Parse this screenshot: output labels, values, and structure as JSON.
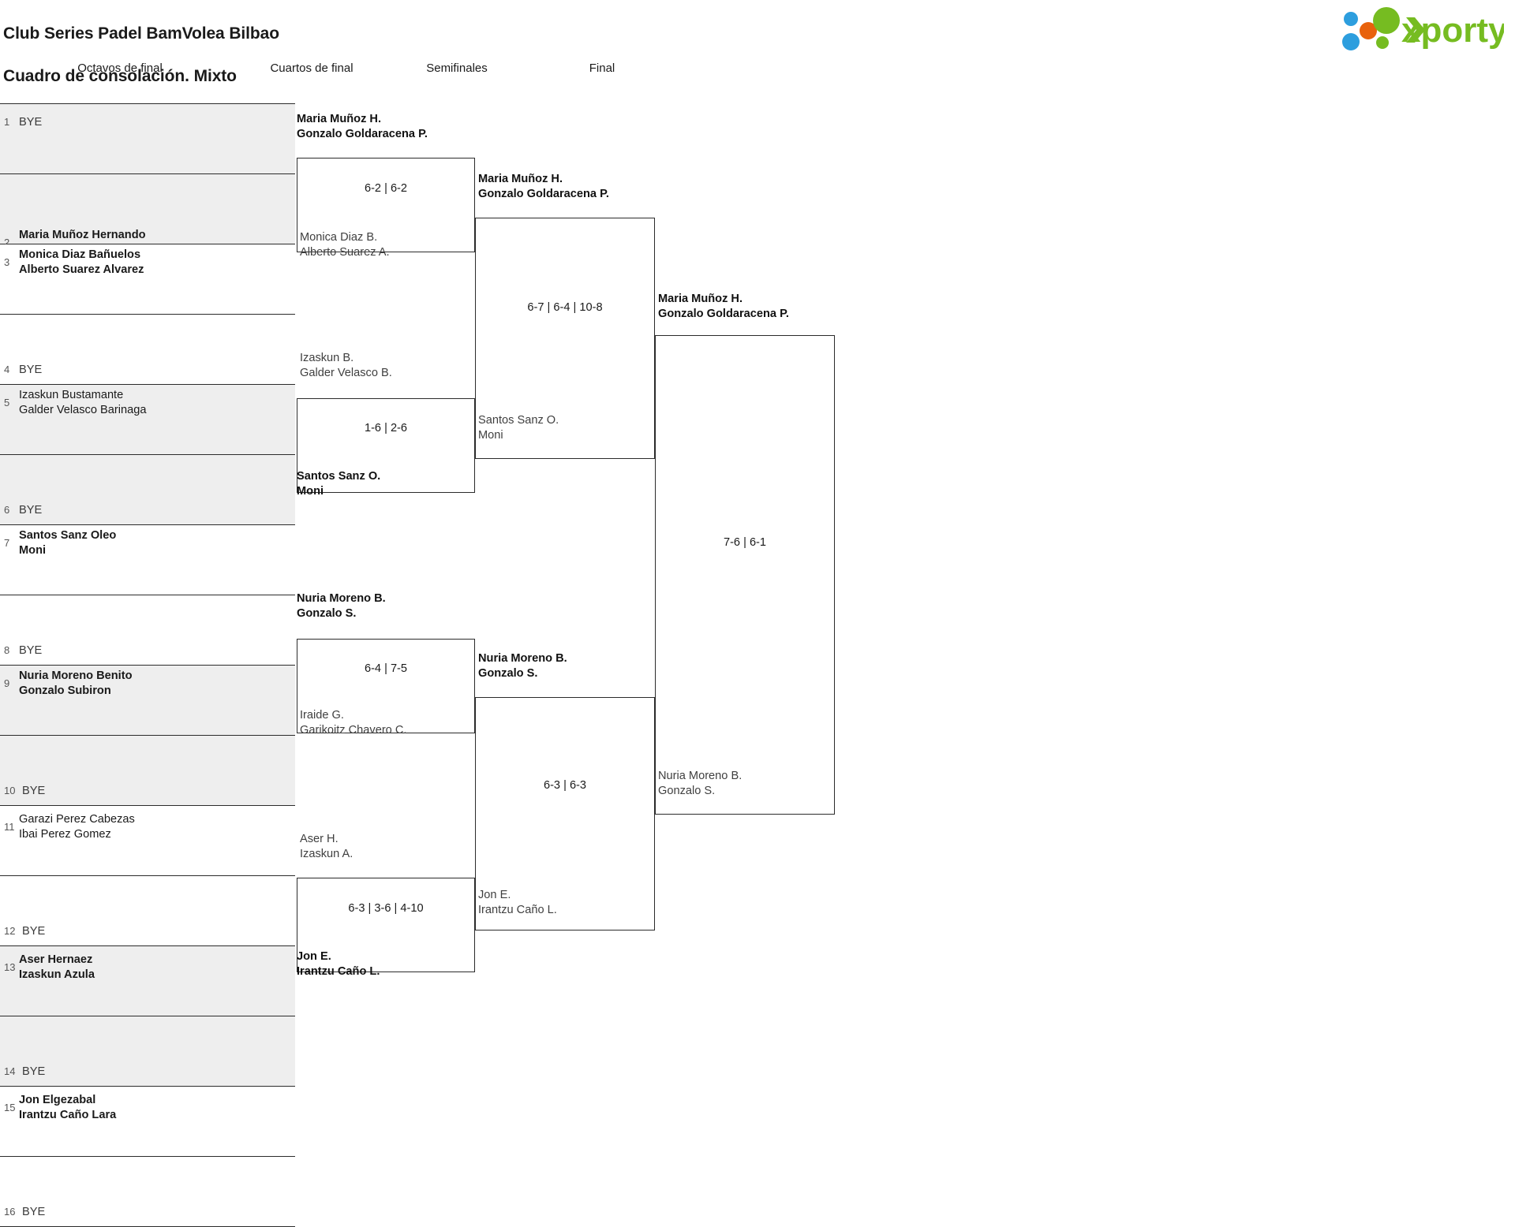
{
  "header": {
    "title_line1": "Club Series Padel BamVolea Bilbao",
    "title_line2": "Cuadro de consolación. Mixto",
    "logo_name": "xporty",
    "logo_colors": {
      "green": "#76bc21",
      "orange": "#e8620c",
      "blue": "#2d9ede"
    }
  },
  "rounds": [
    {
      "id": "r16",
      "label": "Octavos de final"
    },
    {
      "id": "qf",
      "label": "Cuartos de final"
    },
    {
      "id": "sf",
      "label": "Semifinales"
    },
    {
      "id": "final",
      "label": "Final"
    }
  ],
  "round_of_16": {
    "slots": [
      {
        "seed": "1",
        "text": "BYE",
        "bye": true,
        "winner": false
      },
      {
        "seed": "2",
        "text": "Maria Muñoz Hernando\nGonzalo Goldaracena Prado",
        "bye": false,
        "winner": true
      },
      {
        "seed": "3",
        "text": "Monica Diaz Bañuelos\nAlberto Suarez Alvarez",
        "bye": false,
        "winner": true
      },
      {
        "seed": "4",
        "text": "BYE",
        "bye": true,
        "winner": false
      },
      {
        "seed": "5",
        "text": "Izaskun Bustamante\nGalder Velasco Barinaga",
        "bye": false,
        "winner": true
      },
      {
        "seed": "6",
        "text": "BYE",
        "bye": true,
        "winner": false
      },
      {
        "seed": "7",
        "text": "Santos Sanz Oleo\nMoni",
        "bye": false,
        "winner": true
      },
      {
        "seed": "8",
        "text": "BYE",
        "bye": true,
        "winner": false
      },
      {
        "seed": "9",
        "text": "Nuria Moreno Benito\nGonzalo Subiron",
        "bye": false,
        "winner": true
      },
      {
        "seed": "10",
        "text": "BYE",
        "bye": true,
        "winner": false
      },
      {
        "seed": "11",
        "text": "Garazi Perez Cabezas\nIbai Perez Gomez",
        "bye": false,
        "winner": true
      },
      {
        "seed": "12",
        "text": "BYE",
        "bye": true,
        "winner": false
      },
      {
        "seed": "13",
        "text": "Aser Hernaez\nIzaskun Azula",
        "bye": false,
        "winner": true
      },
      {
        "seed": "14",
        "text": "BYE",
        "bye": true,
        "winner": false
      },
      {
        "seed": "15",
        "text": "Jon Elgezabal\nIrantzu Caño Lara",
        "bye": false,
        "winner": true
      },
      {
        "seed": "16",
        "text": "BYE",
        "bye": true,
        "winner": false
      }
    ]
  },
  "quarterfinals": [
    {
      "top": "Maria Muñoz H.\nGonzalo Goldaracena P.",
      "bottom": "Monica Diaz B.\nAlberto Suarez A.",
      "score": "6-2 | 6-2",
      "winner": "top"
    },
    {
      "top": "Izaskun B.\nGalder Velasco B.",
      "bottom": "Santos Sanz O.\nMoni",
      "score": "1-6 | 2-6",
      "winner": "bottom"
    },
    {
      "top": "Nuria Moreno B.\nGonzalo S.",
      "bottom": "Iraide G.\nGarikoitz Chavero C.",
      "score": "6-4 | 7-5",
      "winner": "top"
    },
    {
      "top": "Aser H.\nIzaskun A.",
      "bottom": "Jon E.\nIrantzu Caño L.",
      "score": "6-3 | 3-6 | 4-10",
      "winner": "bottom"
    }
  ],
  "semifinals": [
    {
      "top": "Maria Muñoz H.\nGonzalo Goldaracena P.",
      "bottom": "Santos Sanz O.\nMoni",
      "score": "6-7 | 6-4 | 10-8",
      "winner": "top"
    },
    {
      "top": "Nuria Moreno B.\nGonzalo S.",
      "bottom": "Jon E.\nIrantzu Caño L.",
      "score": "6-3 | 6-3",
      "winner": "top"
    }
  ],
  "final": [
    {
      "top": "Maria Muñoz H.\nGonzalo Goldaracena P.",
      "bottom": "Nuria Moreno B.\nGonzalo S.",
      "score": "7-6 | 6-1",
      "winner": "top"
    }
  ]
}
